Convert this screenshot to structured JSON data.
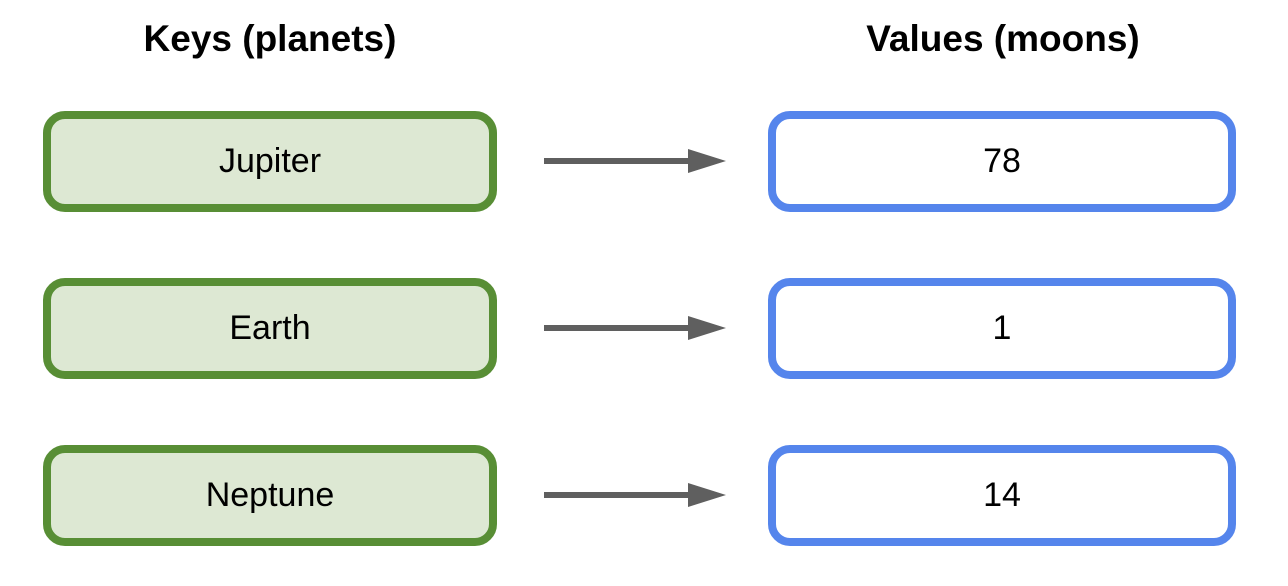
{
  "headers": {
    "keys": "Keys (planets)",
    "values": "Values (moons)"
  },
  "rows": [
    {
      "key": "Jupiter",
      "value": "78"
    },
    {
      "key": "Earth",
      "value": "1"
    },
    {
      "key": "Neptune",
      "value": "14"
    }
  ],
  "colors": {
    "key_box_border": "#588e35",
    "key_box_fill": "#dde8d3",
    "value_box_border": "#5585ec",
    "value_box_fill": "#ffffff",
    "arrow": "#5f5f5f",
    "text": "#000000"
  }
}
